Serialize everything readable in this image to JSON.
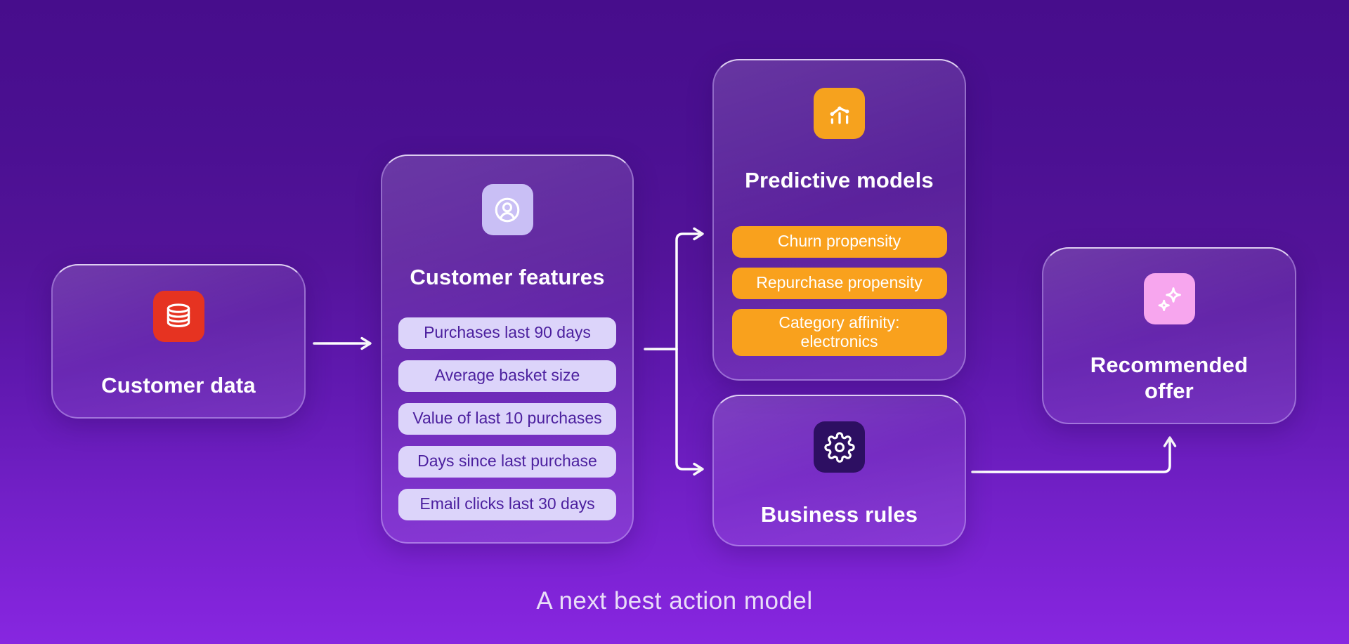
{
  "caption": "A next best action model",
  "nodes": {
    "customer_data": {
      "title": "Customer data",
      "icon": "database-icon",
      "icon_bg": "#e63321"
    },
    "customer_features": {
      "title": "Customer features",
      "icon": "user-icon",
      "icon_bg": "#c9bff5",
      "chips": [
        "Purchases last 90 days",
        "Average basket size",
        "Value of last 10 purchases",
        "Days since last purchase",
        "Email clicks last 30 days"
      ]
    },
    "predictive_models": {
      "title": "Predictive models",
      "icon": "chart-icon",
      "icon_bg": "#f6a21e",
      "chips": [
        "Churn propensity",
        "Repurchase propensity",
        "Category affinity: electronics"
      ]
    },
    "business_rules": {
      "title": "Business rules",
      "icon": "gear-icon",
      "icon_bg": "#2d0f62"
    },
    "recommended_offer": {
      "title": "Recommended offer",
      "icon": "sparkles-icon",
      "icon_bg": "#f7a6ee"
    }
  },
  "colors": {
    "background_top": "#470d8c",
    "background_bottom": "#8727e0",
    "chip_lavender_bg": "#dcd4fa",
    "chip_lavender_text": "#4b1f9e",
    "chip_orange_bg": "#f9a11d",
    "chip_orange_text": "#ffffff",
    "title_text": "#ffffff",
    "caption_text": "#e9ddf8",
    "arrow": "#ffffff"
  }
}
